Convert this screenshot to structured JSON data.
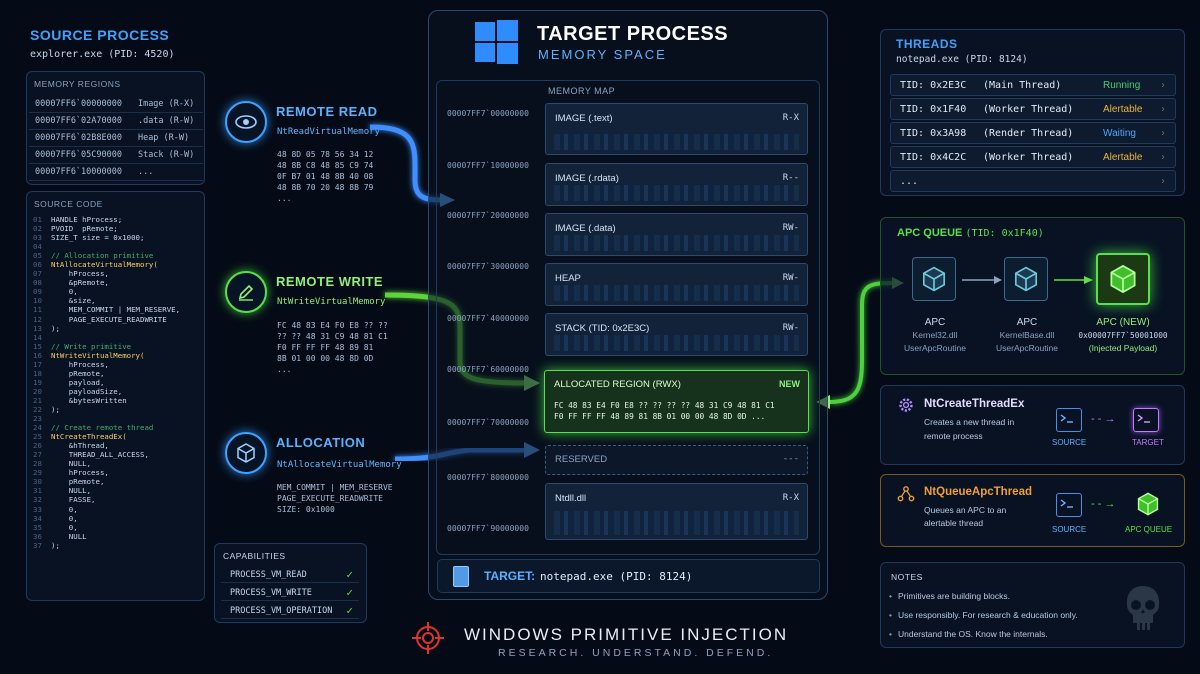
{
  "source": {
    "title": "SOURCE PROCESS",
    "process": "explorer.exe (PID: 4520)",
    "memory_regions_title": "MEMORY REGIONS",
    "memory_regions": [
      {
        "addr": "00007FF6`00000000",
        "desc": "Image (R-X)"
      },
      {
        "addr": "00007FF6`02A70000",
        "desc": ".data (R-W)"
      },
      {
        "addr": "00007FF6`02B8E000",
        "desc": "Heap (R-W)"
      },
      {
        "addr": "00007FF6`05C90000",
        "desc": "Stack (R-W)"
      },
      {
        "addr": "00007FF6`10000000",
        "desc": "..."
      }
    ],
    "code_title": "SOURCE CODE",
    "code_lines": [
      {
        "n": "01",
        "t": "HANDLE hProcess;",
        "c": "tx"
      },
      {
        "n": "02",
        "t": "PVOID  pRemote;",
        "c": "tx"
      },
      {
        "n": "03",
        "t": "SIZE_T size = 0x1000;",
        "c": "tx"
      },
      {
        "n": "04",
        "t": "",
        "c": "tx"
      },
      {
        "n": "05",
        "t": "// Allocation primitive",
        "c": "cm"
      },
      {
        "n": "06",
        "t": "NtAllocateVirtualMemory(",
        "c": "fn"
      },
      {
        "n": "07",
        "t": "    hProcess,",
        "c": "tx"
      },
      {
        "n": "08",
        "t": "    &pRemote,",
        "c": "tx"
      },
      {
        "n": "09",
        "t": "    0,",
        "c": "tx"
      },
      {
        "n": "10",
        "t": "    &size,",
        "c": "tx"
      },
      {
        "n": "11",
        "t": "    MEM_COMMIT | MEM_RESERVE,",
        "c": "tx"
      },
      {
        "n": "12",
        "t": "    PAGE_EXECUTE_READWRITE",
        "c": "tx"
      },
      {
        "n": "13",
        "t": ");",
        "c": "tx"
      },
      {
        "n": "14",
        "t": "",
        "c": "tx"
      },
      {
        "n": "15",
        "t": "// Write primitive",
        "c": "cm"
      },
      {
        "n": "16",
        "t": "NtWriteVirtualMemory(",
        "c": "fn"
      },
      {
        "n": "17",
        "t": "    hProcess,",
        "c": "tx"
      },
      {
        "n": "18",
        "t": "    pRemote,",
        "c": "tx"
      },
      {
        "n": "19",
        "t": "    payload,",
        "c": "tx"
      },
      {
        "n": "20",
        "t": "    payloadSize,",
        "c": "tx"
      },
      {
        "n": "21",
        "t": "    &bytesWritten",
        "c": "tx"
      },
      {
        "n": "22",
        "t": ");",
        "c": "tx"
      },
      {
        "n": "23",
        "t": "",
        "c": "tx"
      },
      {
        "n": "24",
        "t": "// Create remote thread",
        "c": "cm"
      },
      {
        "n": "25",
        "t": "NtCreateThreadEx(",
        "c": "fn"
      },
      {
        "n": "26",
        "t": "    &hThread,",
        "c": "tx"
      },
      {
        "n": "27",
        "t": "    THREAD_ALL_ACCESS,",
        "c": "tx"
      },
      {
        "n": "28",
        "t": "    NULL,",
        "c": "tx"
      },
      {
        "n": "29",
        "t": "    hProcess,",
        "c": "tx"
      },
      {
        "n": "30",
        "t": "    pRemote,",
        "c": "tx"
      },
      {
        "n": "31",
        "t": "    NULL,",
        "c": "tx"
      },
      {
        "n": "32",
        "t": "    FASSE,",
        "c": "tx"
      },
      {
        "n": "33",
        "t": "    0,",
        "c": "tx"
      },
      {
        "n": "34",
        "t": "    0,",
        "c": "tx"
      },
      {
        "n": "35",
        "t": "    0,",
        "c": "tx"
      },
      {
        "n": "36",
        "t": "    NULL",
        "c": "tx"
      },
      {
        "n": "37",
        "t": ");",
        "c": "tx"
      }
    ]
  },
  "primitives": {
    "read": {
      "title": "REMOTE READ",
      "api": "NtReadVirtualMemory",
      "hex": "48 8D 05 78 56 34 12\n48 8B C8 48 85 C9 74\n0F B7 01 48 8B 40 08\n48 8B 70 20 48 8B 79\n..."
    },
    "write": {
      "title": "REMOTE WRITE",
      "api": "NtWriteVirtualMemory",
      "hex": "FC 48 83 E4 F0 E8 ?? ??\n?? ?? 48 31 C9 48 81 C1\nF0 FF FF FF 48 89 81\n8B 01 00 00 48 8D 0D\n..."
    },
    "alloc": {
      "title": "ALLOCATION",
      "api": "NtAllocateVirtualMemory",
      "hex": "MEM_COMMIT | MEM_RESERVE\nPAGE_EXECUTE_READWRITE\nSIZE: 0x1000"
    }
  },
  "capabilities": {
    "title": "CAPABILITIES",
    "items": [
      "PROCESS_VM_READ",
      "PROCESS_VM_WRITE",
      "PROCESS_VM_OPERATION"
    ],
    "check": "✓"
  },
  "target": {
    "title": "TARGET PROCESS",
    "subtitle": "MEMORY SPACE",
    "memory_map_title": "MEMORY MAP",
    "addresses": [
      "00007FF7`00000000",
      "00007FF7`10000000",
      "00007FF7`20000000",
      "00007FF7`30000000",
      "00007FF7`40000000",
      "00007FF7`60000000",
      "00007FF7`70000000",
      "00007FF7`80000000",
      "00007FF7`90000000"
    ],
    "regions": [
      {
        "name": "IMAGE (.text)",
        "prot": "R-X"
      },
      {
        "name": "IMAGE (.rdata)",
        "prot": "R--"
      },
      {
        "name": "IMAGE (.data)",
        "prot": "RW-"
      },
      {
        "name": "HEAP",
        "prot": "RW-"
      },
      {
        "name": "STACK (TID: 0x2E3C)",
        "prot": "RW-"
      }
    ],
    "allocated": {
      "name": "ALLOCATED REGION (RWX)",
      "badge": "NEW",
      "hex": "FC 48 83 E4 F0 E8 ?? ?? ?? ?? 48 31 C9 48 81 C1\nF0 FF FF FF 48 89 81 8B 01 00 00 48 8D 0D ..."
    },
    "reserved": {
      "name": "RESERVED",
      "prot": "---"
    },
    "ntdll": {
      "name": "Ntdll.dll",
      "prot": "R-X"
    },
    "footer_label": "TARGET:",
    "footer_value": "notepad.exe (PID: 8124)"
  },
  "threads": {
    "title": "THREADS",
    "process": "notepad.exe (PID: 8124)",
    "items": [
      {
        "tid": "TID: 0x2E3C",
        "name": "(Main Thread)",
        "state": "Running"
      },
      {
        "tid": "TID: 0x1F40",
        "name": "(Worker Thread)",
        "state": "Alertable"
      },
      {
        "tid": "TID: 0x3A98",
        "name": "(Render Thread)",
        "state": "Waiting"
      },
      {
        "tid": "TID: 0x4C2C",
        "name": "(Worker Thread)",
        "state": "Alertable"
      },
      {
        "tid": "...",
        "name": "",
        "state": ""
      }
    ],
    "state_colors": {
      "Running": "#47d16a",
      "Alertable": "#f0b53a",
      "Waiting": "#4fa8ff"
    }
  },
  "apc": {
    "title": "APC QUEUE",
    "tid": "(TID: 0x1F40)",
    "items": [
      {
        "label": "APC",
        "l2": "Kernel32.dll",
        "l3": "UserApcRoutine"
      },
      {
        "label": "APC",
        "l2": "KernelBase.dll",
        "l3": "UserApcRoutine"
      },
      {
        "label": "APC (NEW)",
        "l2": "0x00007FF7`50001000",
        "l3": "(Injected Payload)"
      }
    ]
  },
  "create_thread": {
    "title": "NtCreateThreadEx",
    "line1": "Creates a new thread in",
    "line2": "remote process",
    "src": "SOURCE",
    "dst": "TARGET"
  },
  "queue_apc": {
    "title": "NtQueueApcThread",
    "line1": "Queues an APC to an",
    "line2": "alertable thread",
    "src": "SOURCE",
    "dst": "APC QUEUE"
  },
  "notes": {
    "title": "NOTES",
    "items": [
      "Primitives are building blocks.",
      "Use responsibly. For research & education only.",
      "Understand the OS. Know the internals."
    ]
  },
  "footer": {
    "title": "WINDOWS PRIMITIVE INJECTION",
    "tagline": "RESEARCH. UNDERSTAND. DEFEND."
  },
  "colors": {
    "accent_blue": "#3fa2ff",
    "accent_green": "#59e04a",
    "accent_orange": "#f0a030"
  }
}
